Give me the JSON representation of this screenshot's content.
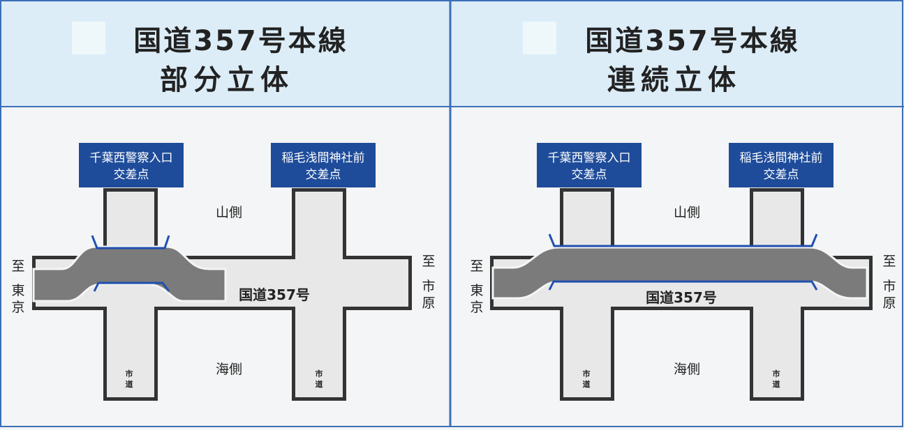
{
  "panels": [
    {
      "id": "partial",
      "title_line1": "国道357号本線",
      "title_line2": "部分立体",
      "intersection_left": [
        "千葉西警察入口",
        "交差点"
      ],
      "intersection_right": [
        "稲毛浅間神社前",
        "交差点"
      ],
      "mountain_side": "山側",
      "sea_side": "海側",
      "route_label": "国道357号",
      "city_road_label": [
        "市",
        "道"
      ],
      "to_label": "至",
      "west_destination": [
        "東",
        "京"
      ],
      "east_destination": [
        "市",
        "原"
      ]
    },
    {
      "id": "continuous",
      "title_line1": "国道357号本線",
      "title_line2": "連続立体",
      "intersection_left": [
        "千葉西警察入口",
        "交差点"
      ],
      "intersection_right": [
        "稲毛浅間神社前",
        "交差点"
      ],
      "mountain_side": "山側",
      "sea_side": "海側",
      "route_label": "国道357号",
      "city_road_label": [
        "市",
        "道"
      ],
      "to_label": "至",
      "west_destination": [
        "東",
        "京"
      ],
      "east_destination": [
        "市",
        "原"
      ]
    }
  ],
  "colors": {
    "header_bg": "#dcedf8",
    "border_blue": "#3b6fb6",
    "sign_blue": "#1e4c9a",
    "road_surface": "#e8e8e8",
    "overpass_gray": "#7c7c7c",
    "bridge_blue": "#1f4fb0"
  }
}
